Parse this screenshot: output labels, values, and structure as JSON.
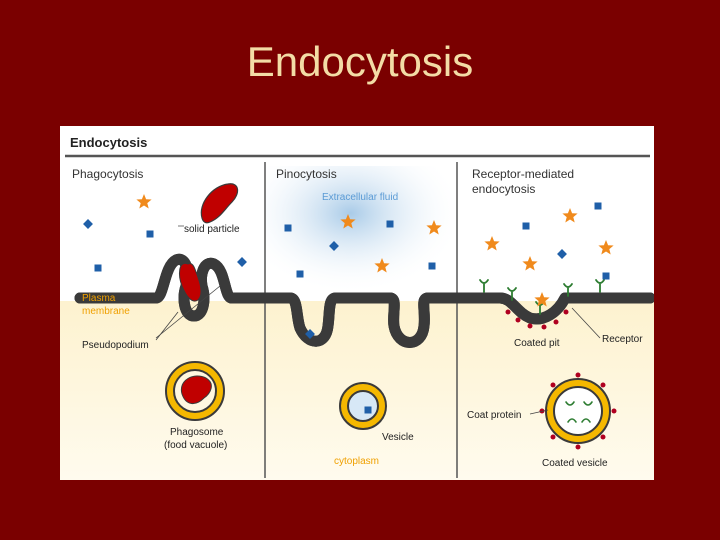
{
  "slide": {
    "title": "Endocytosis"
  },
  "figure": {
    "header": "Endocytosis",
    "sections": {
      "phagocytosis": "Phagocytosis",
      "pinocytosis": "Pinocytosis",
      "receptor_line1": "Receptor-mediated",
      "receptor_line2": "endocytosis"
    },
    "labels": {
      "extracellular_fluid": "Extracellular fluid",
      "solid_particle": "solid particle",
      "plasma_membrane_line1": "Plasma",
      "plasma_membrane_line2": "membrane",
      "pseudopodium": "Pseudopodium",
      "phagosome_line1": "Phagosome",
      "phagosome_line2": "(food vacuole)",
      "vesicle": "Vesicle",
      "cytoplasm": "cytoplasm",
      "coated_pit": "Coated pit",
      "receptor": "Receptor",
      "coat_protein": "Coat protein",
      "coated_vesicle": "Coated vesicle"
    },
    "colors": {
      "slide_background": "#7a0000",
      "title_text": "#f3dca6",
      "membrane": "#f5b800",
      "membrane_outline": "#3a3a3a",
      "particle": "#c00000",
      "square_molecule": "#1f5fa8",
      "star_molecule": "#f08a1c",
      "receptor": "#2e7d32",
      "coat_protein": "#b00020",
      "extracellular_label": "#5b9bd5",
      "membrane_label": "#f0a000"
    }
  }
}
